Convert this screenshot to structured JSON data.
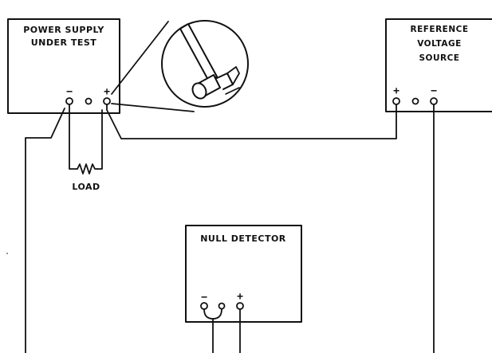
{
  "colors": {
    "ink": "#111111",
    "background": "#ffffff"
  },
  "power_supply": {
    "title_line1": "POWER SUPPLY",
    "title_line2": "UNDER TEST",
    "neg_sign": "−",
    "pos_sign": "+"
  },
  "reference": {
    "title_line1": "REFERENCE",
    "title_line2": "VOLTAGE",
    "title_line3": "SOURCE",
    "pos_sign": "+",
    "neg_sign": "−"
  },
  "load": {
    "label": "LOAD"
  },
  "null_detector": {
    "title": "NULL DETECTOR",
    "neg_sign": "−",
    "pos_sign": "+"
  },
  "icons": {
    "magnifier": "probe-connection-magnifier-icon"
  }
}
